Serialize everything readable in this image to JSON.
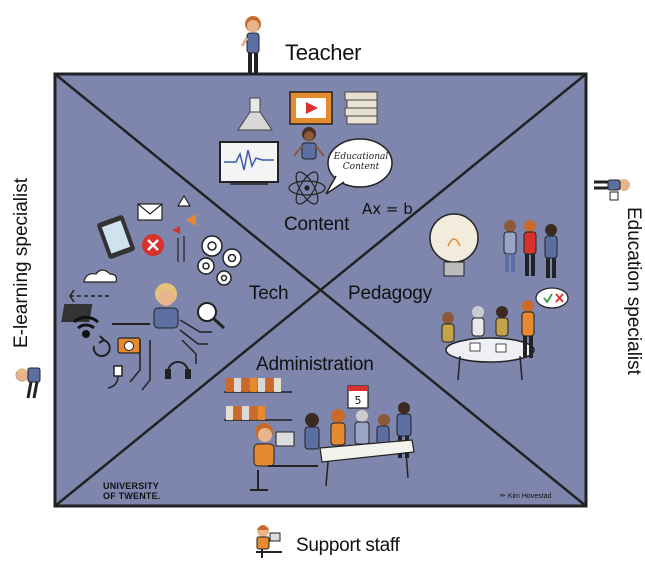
{
  "roles": {
    "top": "Teacher",
    "bottom": "Support staff",
    "left": "E-learning specialist",
    "right": "Education specialist"
  },
  "quadrants": {
    "top": "Content",
    "left": "Tech",
    "right": "Pedagogy",
    "bottom": "Administration"
  },
  "annotations": {
    "speech_bubble": [
      "Educational",
      "Content"
    ],
    "formula": "Ax = b"
  },
  "logo": {
    "line1": "UNIVERSITY",
    "line2": "OF TWENTE."
  },
  "credit": "Kim Hovestad",
  "colors": {
    "frame_fill": "#7f86ad",
    "frame_stroke": "#222222",
    "figure_blue": "#5b6fa3",
    "skin": "#e8b48c",
    "hair_orange": "#c96a2c",
    "accent_red": "#d9312b",
    "accent_orange": "#e58a2f"
  }
}
